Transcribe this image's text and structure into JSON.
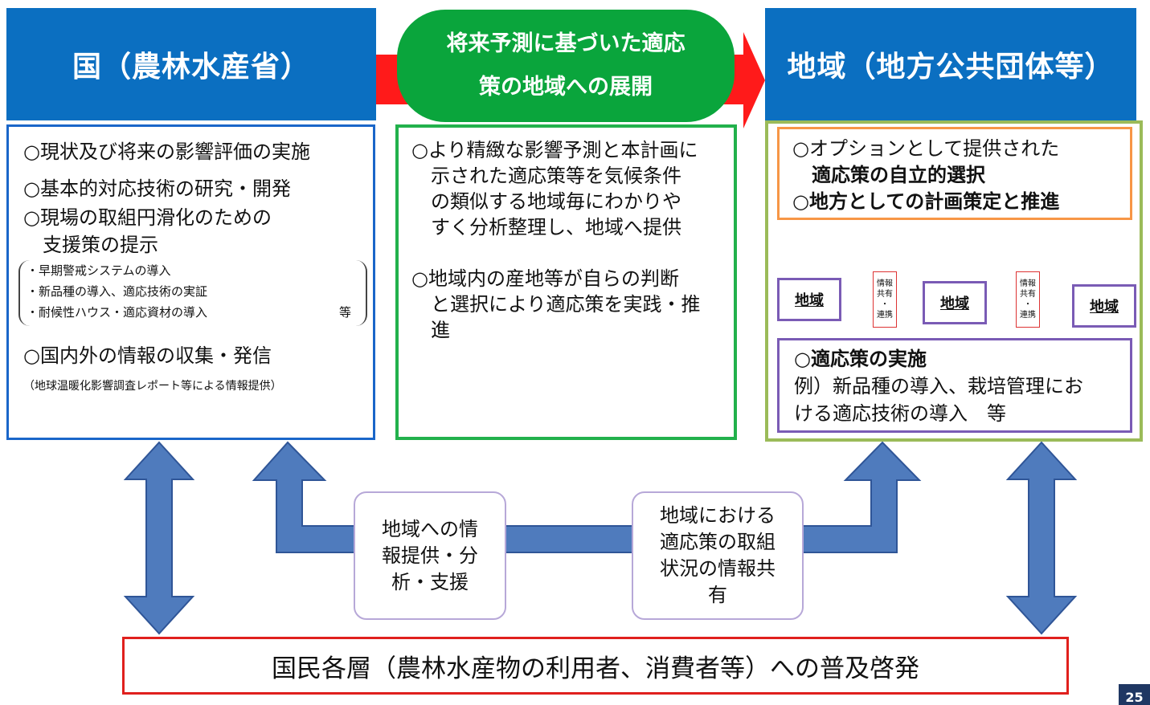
{
  "header_left": "国（農林水産省）",
  "header_right": "地域（地方公共団体等）",
  "center_pill": [
    "将来予測に基づいた適応",
    "策の地域への展開"
  ],
  "left_box": {
    "items": [
      "○現状及び将来の影響評価の実施",
      "○基本的対応技術の研究・開発",
      "○現場の取組円滑化のための",
      "　支援策の提示"
    ],
    "sub_items": [
      "・早期警戒システムの導入",
      "・新品種の導入、適応技術の実証",
      "・耐候性ハウス・適応資材の導入"
    ],
    "sub_suffix": "等",
    "item_info": "○国内外の情報の収集・発信",
    "note": "（地球温暖化影響調査レポート等による情報提供）"
  },
  "center_box": {
    "para1": [
      "○より精緻な影響予測と本計画に",
      "　示された適応策等を気候条件",
      "　の類似する地域毎にわかりや",
      "　すく分析整理し、地域へ提供"
    ],
    "para2": [
      "○地域内の産地等が自らの判断",
      "　と選択により適応策を実践・推",
      "　進"
    ]
  },
  "right_orange": [
    "○オプションとして提供された",
    "　適応策の自立的選択",
    "○地方としての計画策定と推進"
  ],
  "regions": [
    "地域",
    "地域",
    "地域"
  ],
  "tags": [
    [
      "情報",
      "共有",
      "・",
      "連携"
    ],
    [
      "情報",
      "共有",
      "・",
      "連携"
    ]
  ],
  "right_purple": [
    "○適応策の実施",
    "例）新品種の導入、栽培管理にお",
    "ける適応技術の導入　等"
  ],
  "flow_left": [
    "地域への情",
    "報提供・分",
    "析・支援"
  ],
  "flow_right": [
    "地域における",
    "適応策の取組",
    "状況の情報共",
    "有"
  ],
  "bottom_bar": "国民各層（農林水産物の利用者、消費者等）への普及啓発",
  "page_number": "25",
  "colors": {
    "header_blue": "#0b6fc1",
    "pill_green": "#0aa53c",
    "red_arrow": "#ff1a1a",
    "blue_arrow": "#4f7bbd",
    "orange_arrow": "#f7913d"
  }
}
